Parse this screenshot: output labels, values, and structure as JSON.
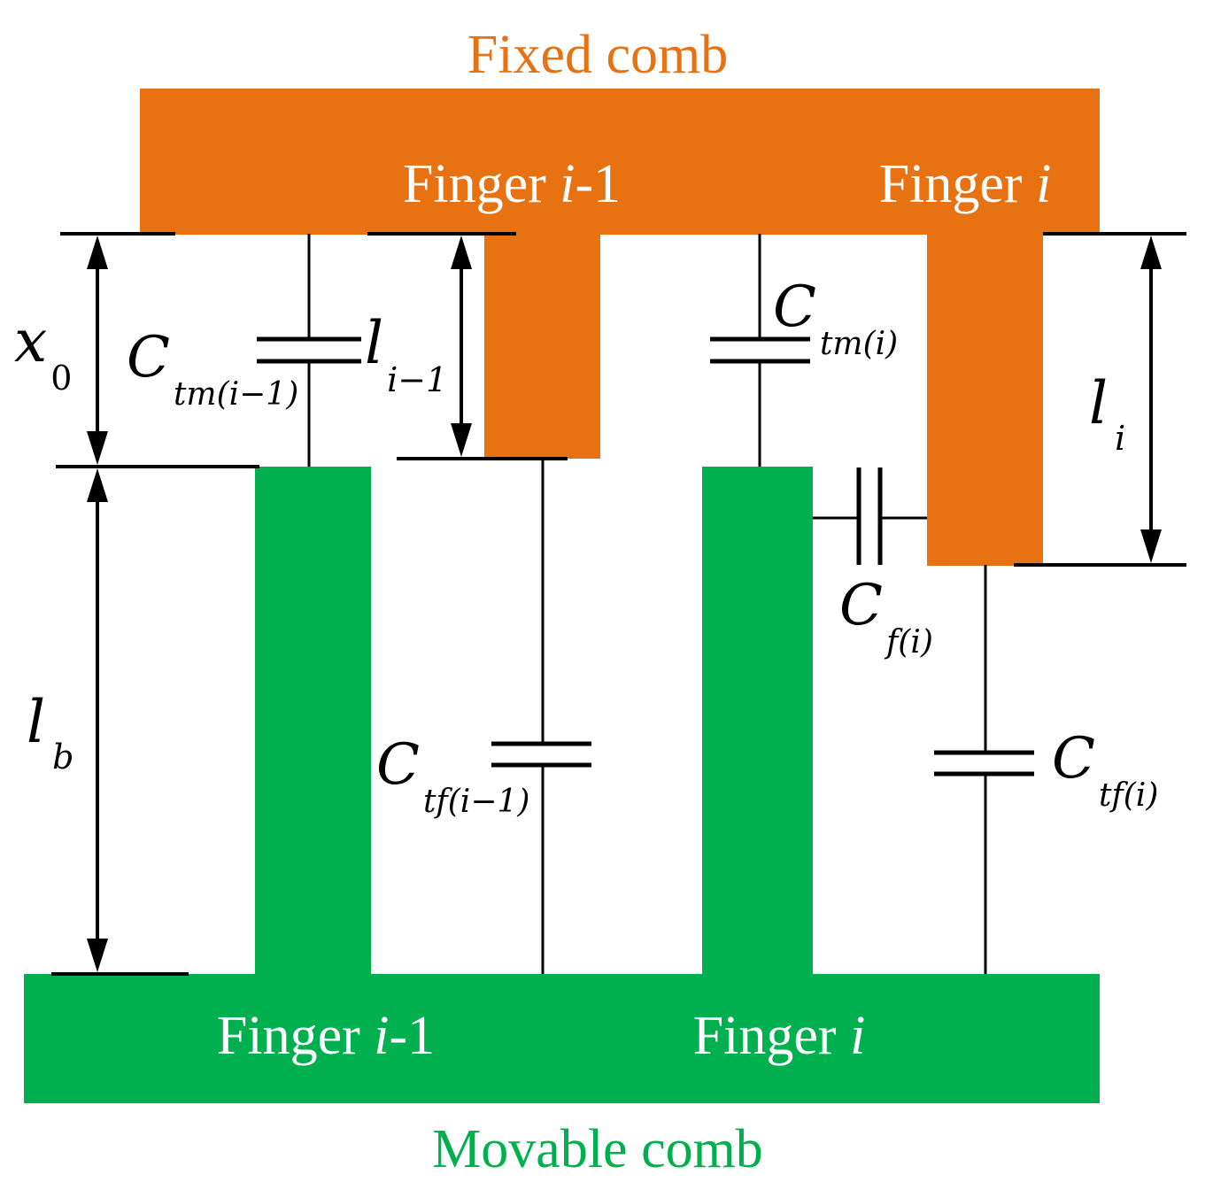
{
  "colors": {
    "fixed": "#E87111",
    "movable": "#00AF4D",
    "line": "#000000",
    "finger_text": "#ffffff"
  },
  "titles": {
    "fixed_comb": "Fixed comb",
    "movable_comb": "Movable comb"
  },
  "fixed_fingers": {
    "prev": {
      "prefix": "Finger ",
      "var": "i",
      "suffix": "-1"
    },
    "curr": {
      "prefix": "Finger ",
      "var": "i",
      "suffix": ""
    }
  },
  "movable_fingers": {
    "prev": {
      "prefix": "Finger ",
      "var": "i",
      "suffix": "-1"
    },
    "curr": {
      "prefix": "Finger ",
      "var": "i",
      "suffix": ""
    }
  },
  "dimensions": {
    "x0": {
      "main": "x",
      "sub": "0"
    },
    "lb": {
      "main": "l",
      "sub": "b"
    },
    "l_prev": {
      "main": "l",
      "sub": "i−1"
    },
    "l_curr": {
      "main": "l",
      "sub": "i"
    }
  },
  "capacitors": {
    "ctm_prev": {
      "main": "C",
      "sub": "tm(i−1)"
    },
    "ctm_curr": {
      "main": "C",
      "sub": "tm(i)"
    },
    "ctf_prev": {
      "main": "C",
      "sub": "tf(i−1)"
    },
    "ctf_curr": {
      "main": "C",
      "sub": "tf(i)"
    },
    "cf_curr": {
      "main": "C",
      "sub": "f(i)"
    }
  }
}
